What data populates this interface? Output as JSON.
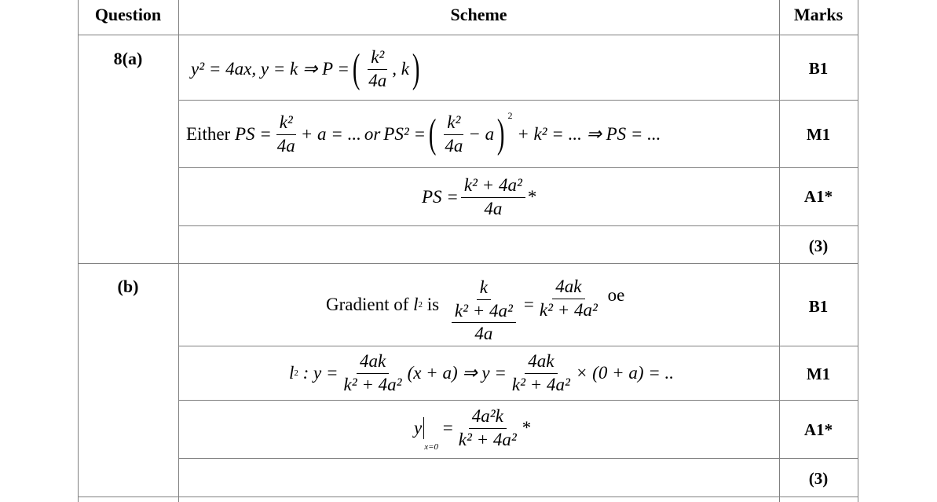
{
  "header": {
    "question": "Question",
    "scheme": "Scheme",
    "marks": "Marks"
  },
  "rows": [
    {
      "question": "8(a)",
      "mark": "B1",
      "lhs": "y² = 4ax, y = k ⇒ P =",
      "num": "k²",
      "den": "4a",
      "tail": ", k"
    },
    {
      "mark": "M1",
      "either": "Either",
      "ps": "PS =",
      "num": "k²",
      "den": "4a",
      "mid": "+ a = ...",
      "or": "or",
      "ps2": "PS² =",
      "num2": "k²",
      "den2": "4a",
      "minus": "− a",
      "sq": "2",
      "tail": "+ k² = ... ⇒ PS = ..."
    },
    {
      "mark": "A1*",
      "lhs": "PS =",
      "num": "k² + 4a²",
      "den": "4a",
      "star": "*"
    },
    {
      "mark": "(3)"
    },
    {
      "question": "(b)",
      "mark": "B1",
      "grad": "Gradient of",
      "l": "l",
      "lsub": "2",
      "is": "is",
      "num": "k",
      "inner_num": "k² + 4a²",
      "inner_den": "4a",
      "eq": "=",
      "num2": "4ak",
      "den2": "k² + 4a²",
      "oe": "oe"
    },
    {
      "mark": "M1",
      "l": "l",
      "lsub": "2",
      "lhs": ": y =",
      "num": "4ak",
      "den": "k² + 4a²",
      "mid": "(x + a) ⇒ y =",
      "num2": "4ak",
      "den2": "k² + 4a²",
      "tail": "× (0 + a) = .."
    },
    {
      "mark": "A1*",
      "y": "y",
      "sub": "x=0",
      "eq": "=",
      "num": "4a²k",
      "den": "k² + 4a²",
      "star": "*"
    },
    {
      "mark": "(3)"
    }
  ]
}
